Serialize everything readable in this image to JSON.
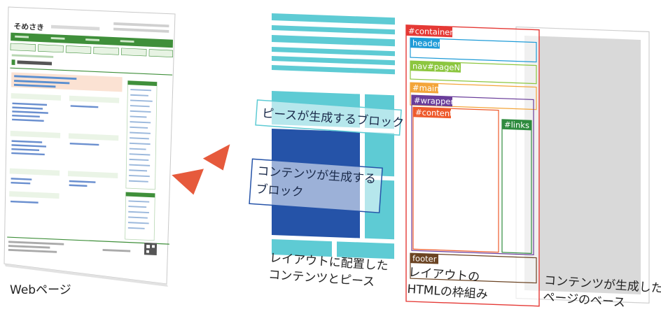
{
  "webpage": {
    "site_name": "そめさき",
    "caption": "Webページ"
  },
  "pieces": {
    "piece_label": "ピースが生成するブロック",
    "content_label_line1": "コンテンツが生成する",
    "content_label_line2": "ブロック",
    "caption_line1": "レイアウトに配置した",
    "caption_line2": "コンテンツとピース"
  },
  "html_frame": {
    "container": "#container",
    "header": "header",
    "nav": "nav#pageNav",
    "main": "#main",
    "wrapper": "#wrapper",
    "content": "#content",
    "links": "#links",
    "footer": "footer",
    "caption_line1": "レイアウトの",
    "caption_line2": "HTMLの枠組み"
  },
  "base_page": {
    "caption_line1": "コンテンツが生成した",
    "caption_line2": "ページのベース"
  },
  "colors": {
    "container": "#e53935",
    "header": "#1e9bd7",
    "nav": "#8cc63f",
    "main": "#f3a53a",
    "wrapper": "#6a3d9a",
    "content": "#ee5a2c",
    "links": "#2e8b3e",
    "footer": "#6b4423",
    "piece": "#5ecbd4",
    "content_block": "#2553a8",
    "arrow": "#e65a3c",
    "site_green": "#3f8f3a"
  },
  "icons": [
    "arrow-left-icon",
    "arrow-left-icon"
  ]
}
